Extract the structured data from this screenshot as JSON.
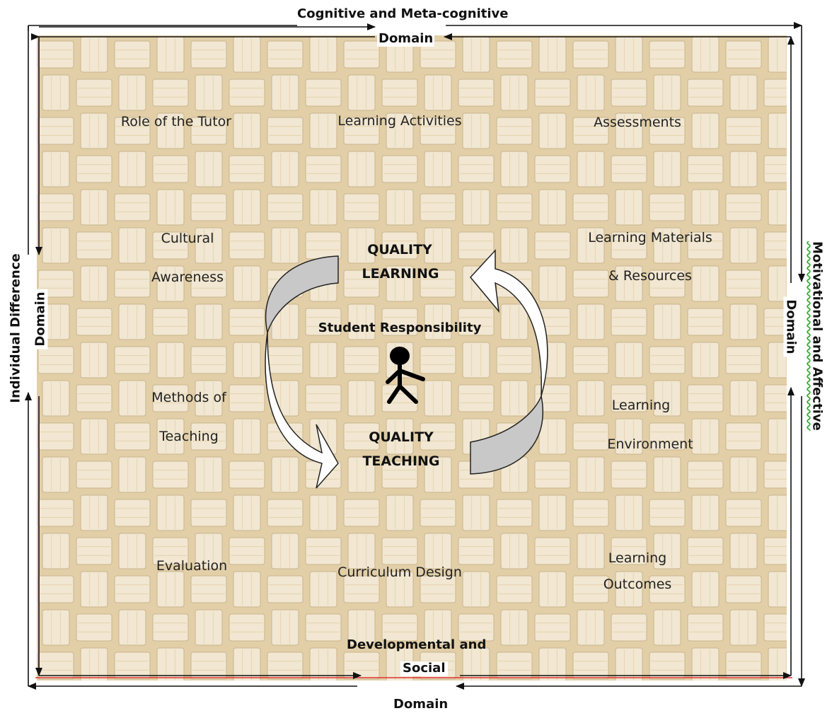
{
  "domains": {
    "top_line1": "Cognitive and Meta-cognitive",
    "top_line2": "Domain",
    "bottom_line1": "Developmental and",
    "bottom_line2": "Social",
    "bottom_line3": "Domain",
    "left_line1": "Individual Difference",
    "left_line2": "Domain",
    "right_line1": "Motivational and Affective",
    "right_line2": "Domain"
  },
  "elements": {
    "role_of_tutor": "Role of the Tutor",
    "learning_activities": "Learning Activities",
    "assessments": "Assessments",
    "cultural_awareness_1": "Cultural",
    "cultural_awareness_2": "Awareness",
    "learning_materials_1": "Learning Materials",
    "learning_materials_2": "& Resources",
    "methods_teaching_1": "Methods of",
    "methods_teaching_2": "Teaching",
    "learning_environment_1": "Learning",
    "learning_environment_2": "Environment",
    "evaluation": "Evaluation",
    "curriculum_design": "Curriculum Design",
    "learning_outcomes_1": "Learning",
    "learning_outcomes_2": "Outcomes"
  },
  "center": {
    "quality_learning_1": "QUALITY",
    "quality_learning_2": "LEARNING",
    "student_responsibility": "Student Responsibility",
    "quality_teaching_1": "QUALITY",
    "quality_teaching_2": "TEACHING"
  },
  "colors": {
    "weave_light": "#f1e7d2",
    "weave_mid": "#e2cfa8",
    "weave_shadow": "#c9b48c",
    "arrow_gray": "#c8c8c8",
    "bottom_rule": "#e03030"
  }
}
